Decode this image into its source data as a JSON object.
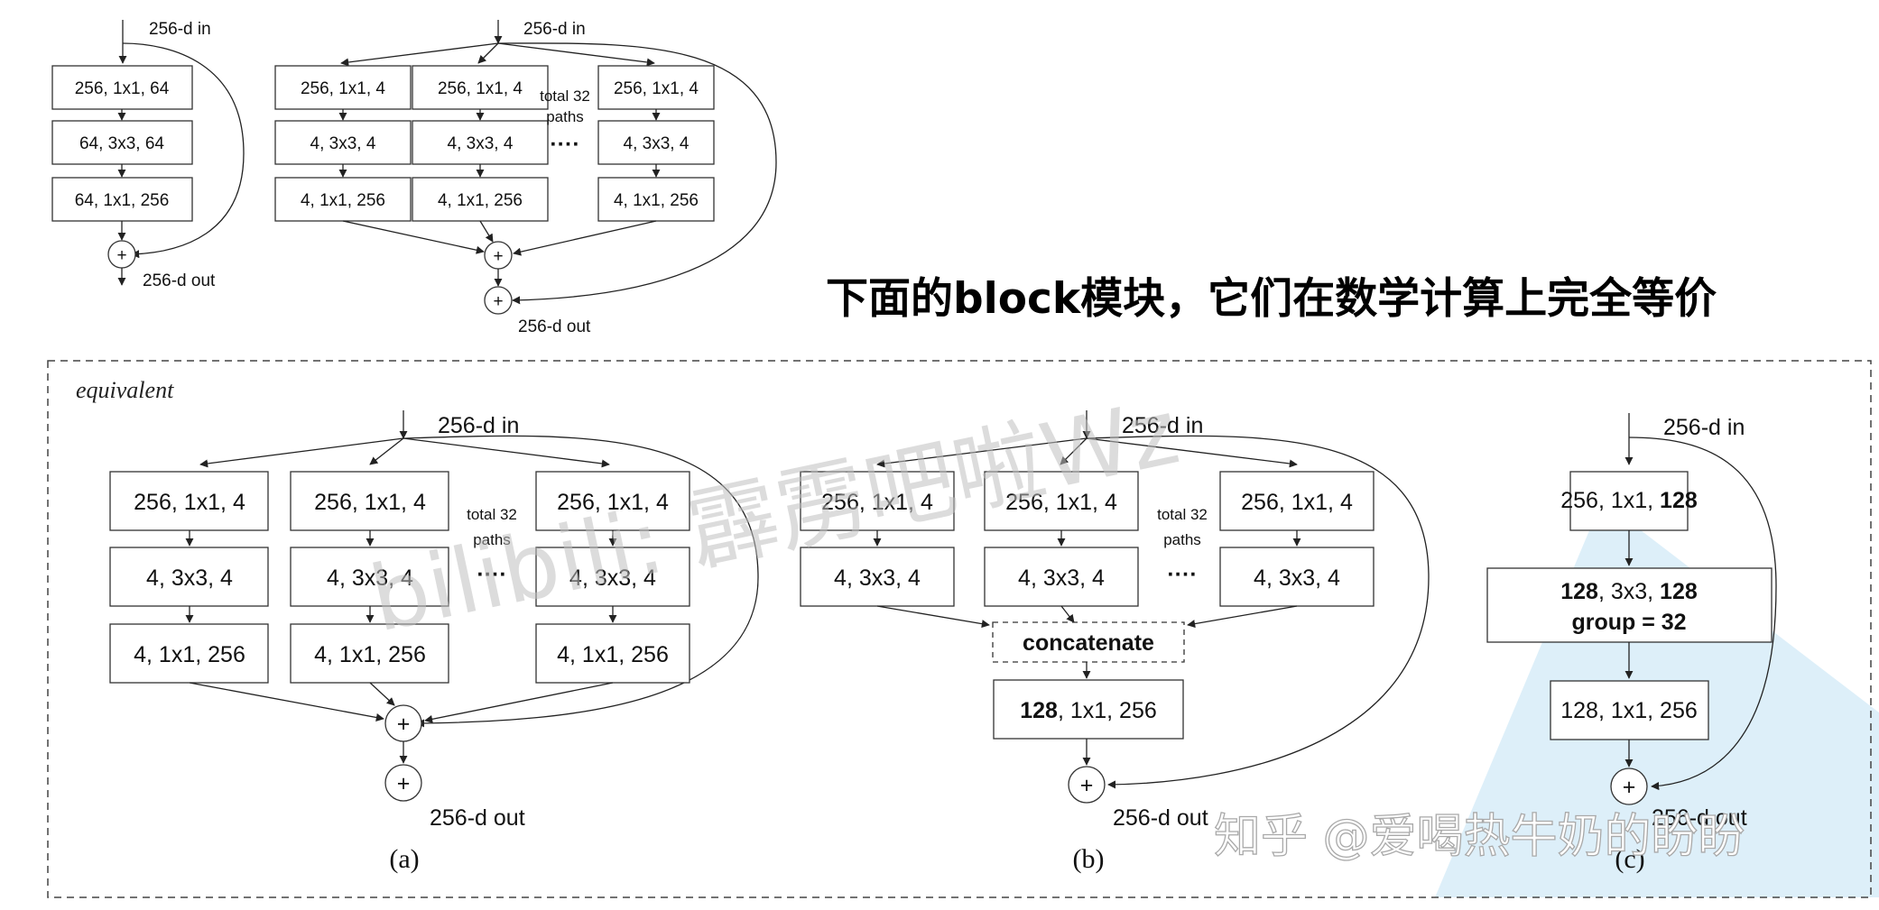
{
  "heading": "下面的block模块，它们在数学计算上完全等价",
  "section_label": "equivalent",
  "io": {
    "input": "256-d in",
    "output": "256-d out"
  },
  "paths_note": {
    "line1": "total 32",
    "line2": "paths"
  },
  "ellipsis": "····",
  "plus": "+",
  "layers": {
    "resnet": [
      "256, 1x1, 64",
      "64, 3x3, 64",
      "64, 1x1, 256"
    ],
    "branch": [
      "256, 1x1, 4",
      "4, 3x3, 4",
      "4, 1x1, 256"
    ],
    "concatenate": "concatenate",
    "merge": {
      "bold": "128",
      "rest": ", 1x1, 256"
    },
    "c_first": {
      "rest": "256, 1x1, ",
      "bold": "128"
    },
    "c_group_line1": {
      "b1": "128",
      "mid": ", 3x3, ",
      "b2": "128"
    },
    "c_group_line2": "group = 32",
    "c_last": "128, 1x1, 256"
  },
  "captions": {
    "a": "(a)",
    "b": "(b)",
    "c": "(c)"
  },
  "watermarks": {
    "bilibili": "bilibili: 霹雳吧啦Wz",
    "zhihu": "知乎 @爱喝热牛奶的盼盼"
  }
}
